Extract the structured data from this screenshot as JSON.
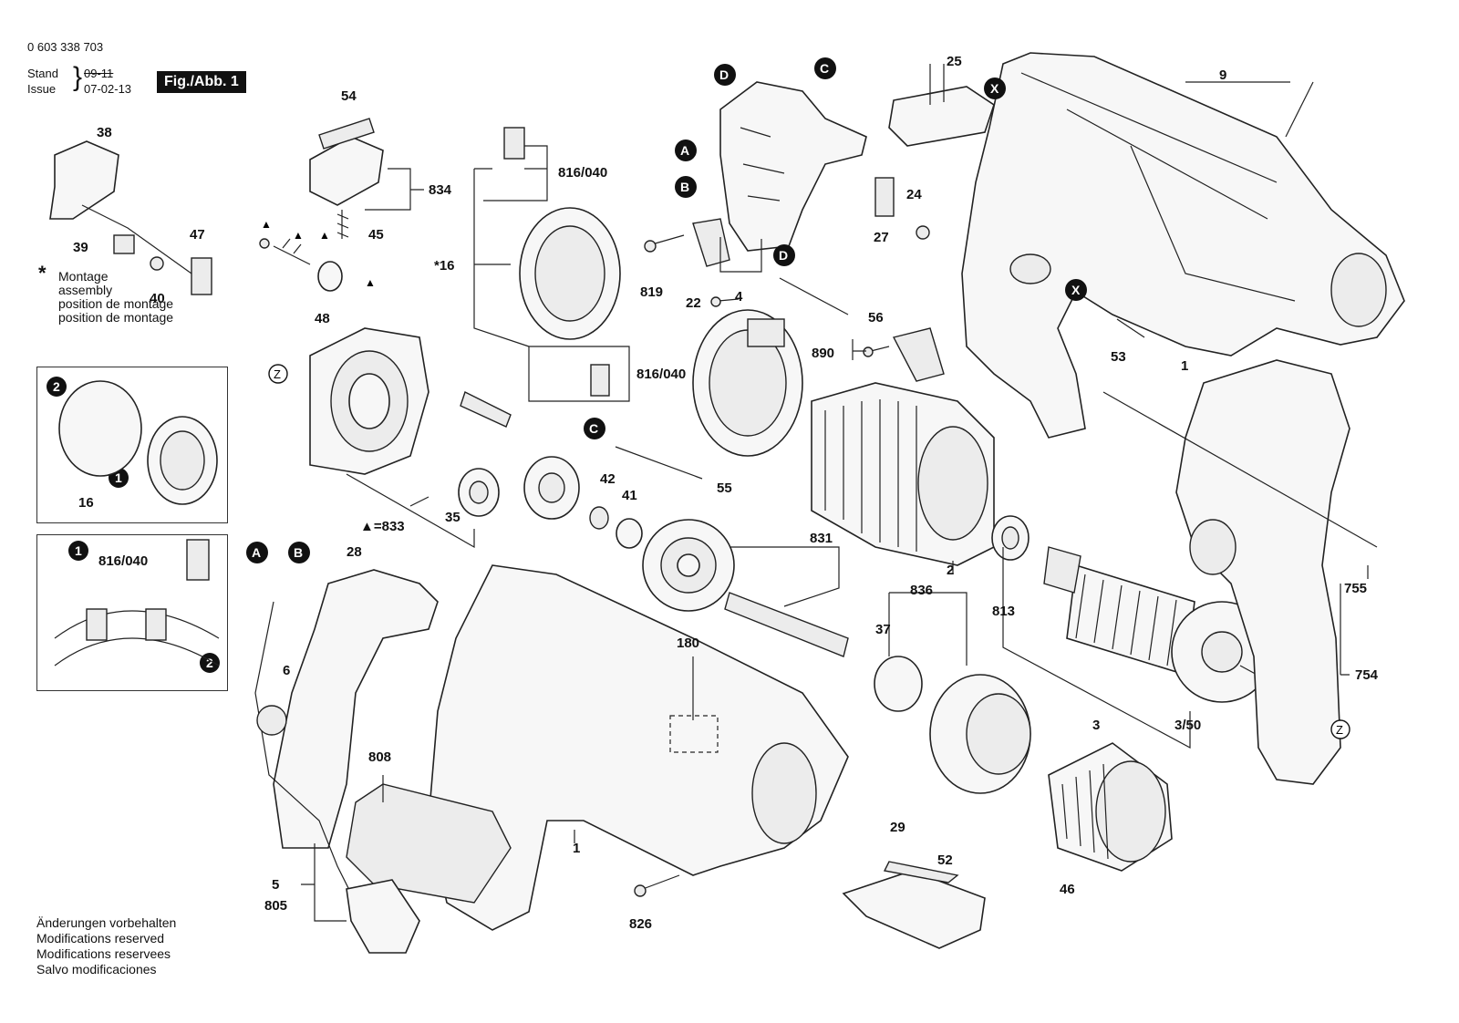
{
  "header": {
    "doc_number": "0 603 338 703",
    "stand_label": "Stand",
    "stand_value": "09-11",
    "issue_label": "Issue",
    "issue_value": "07-02-13",
    "figure_label": "Fig./Abb. 1"
  },
  "assembly_note": {
    "symbol": "*",
    "lines": [
      "Montage",
      "assembly",
      "position de montage",
      "position de montage"
    ]
  },
  "footer_note": {
    "lines": [
      "Änderungen vorbehalten",
      "Modifications reserved",
      "Modifications reservees",
      "Salvo modificaciones"
    ]
  },
  "part_labels": {
    "p38": "38",
    "p39": "39",
    "p40": "40",
    "p47": "47",
    "p54": "54",
    "p834": "834",
    "p45": "45",
    "p48": "48",
    "p816a": "816/040",
    "p816b": "816/040",
    "p816c": "816/040",
    "p16": "16",
    "p16s": "*16",
    "p819": "819",
    "p4": "4",
    "p22": "22",
    "p56": "56",
    "p890": "890",
    "p25": "25",
    "p24": "24",
    "p27": "27",
    "p9": "9",
    "p53": "53",
    "p1a": "1",
    "p1b": "1",
    "p42": "42",
    "p41": "41",
    "p35": "35",
    "p833": "▲=833",
    "p55": "55",
    "p831": "831",
    "p2": "2",
    "p813": "813",
    "p836": "836",
    "p37": "37",
    "p3": "3",
    "p350": "3/50",
    "p755": "755",
    "p754": "754",
    "p28": "28",
    "p6": "6",
    "p180": "180",
    "p808": "808",
    "p805a": "5",
    "p805b": "805",
    "p826": "826",
    "p29": "29",
    "p52": "52",
    "p46": "46"
  },
  "callouts": {
    "A": "A",
    "B": "B",
    "C": "C",
    "D": "D",
    "X": "X",
    "Z": "Z",
    "n1": "1",
    "n2": "2",
    "tri": "▲"
  },
  "icons": [
    "drill-housing",
    "motor-stator",
    "armature",
    "gear",
    "keyless-chuck",
    "auxiliary-handle",
    "power-cord-plug",
    "brush-holder",
    "switch"
  ]
}
